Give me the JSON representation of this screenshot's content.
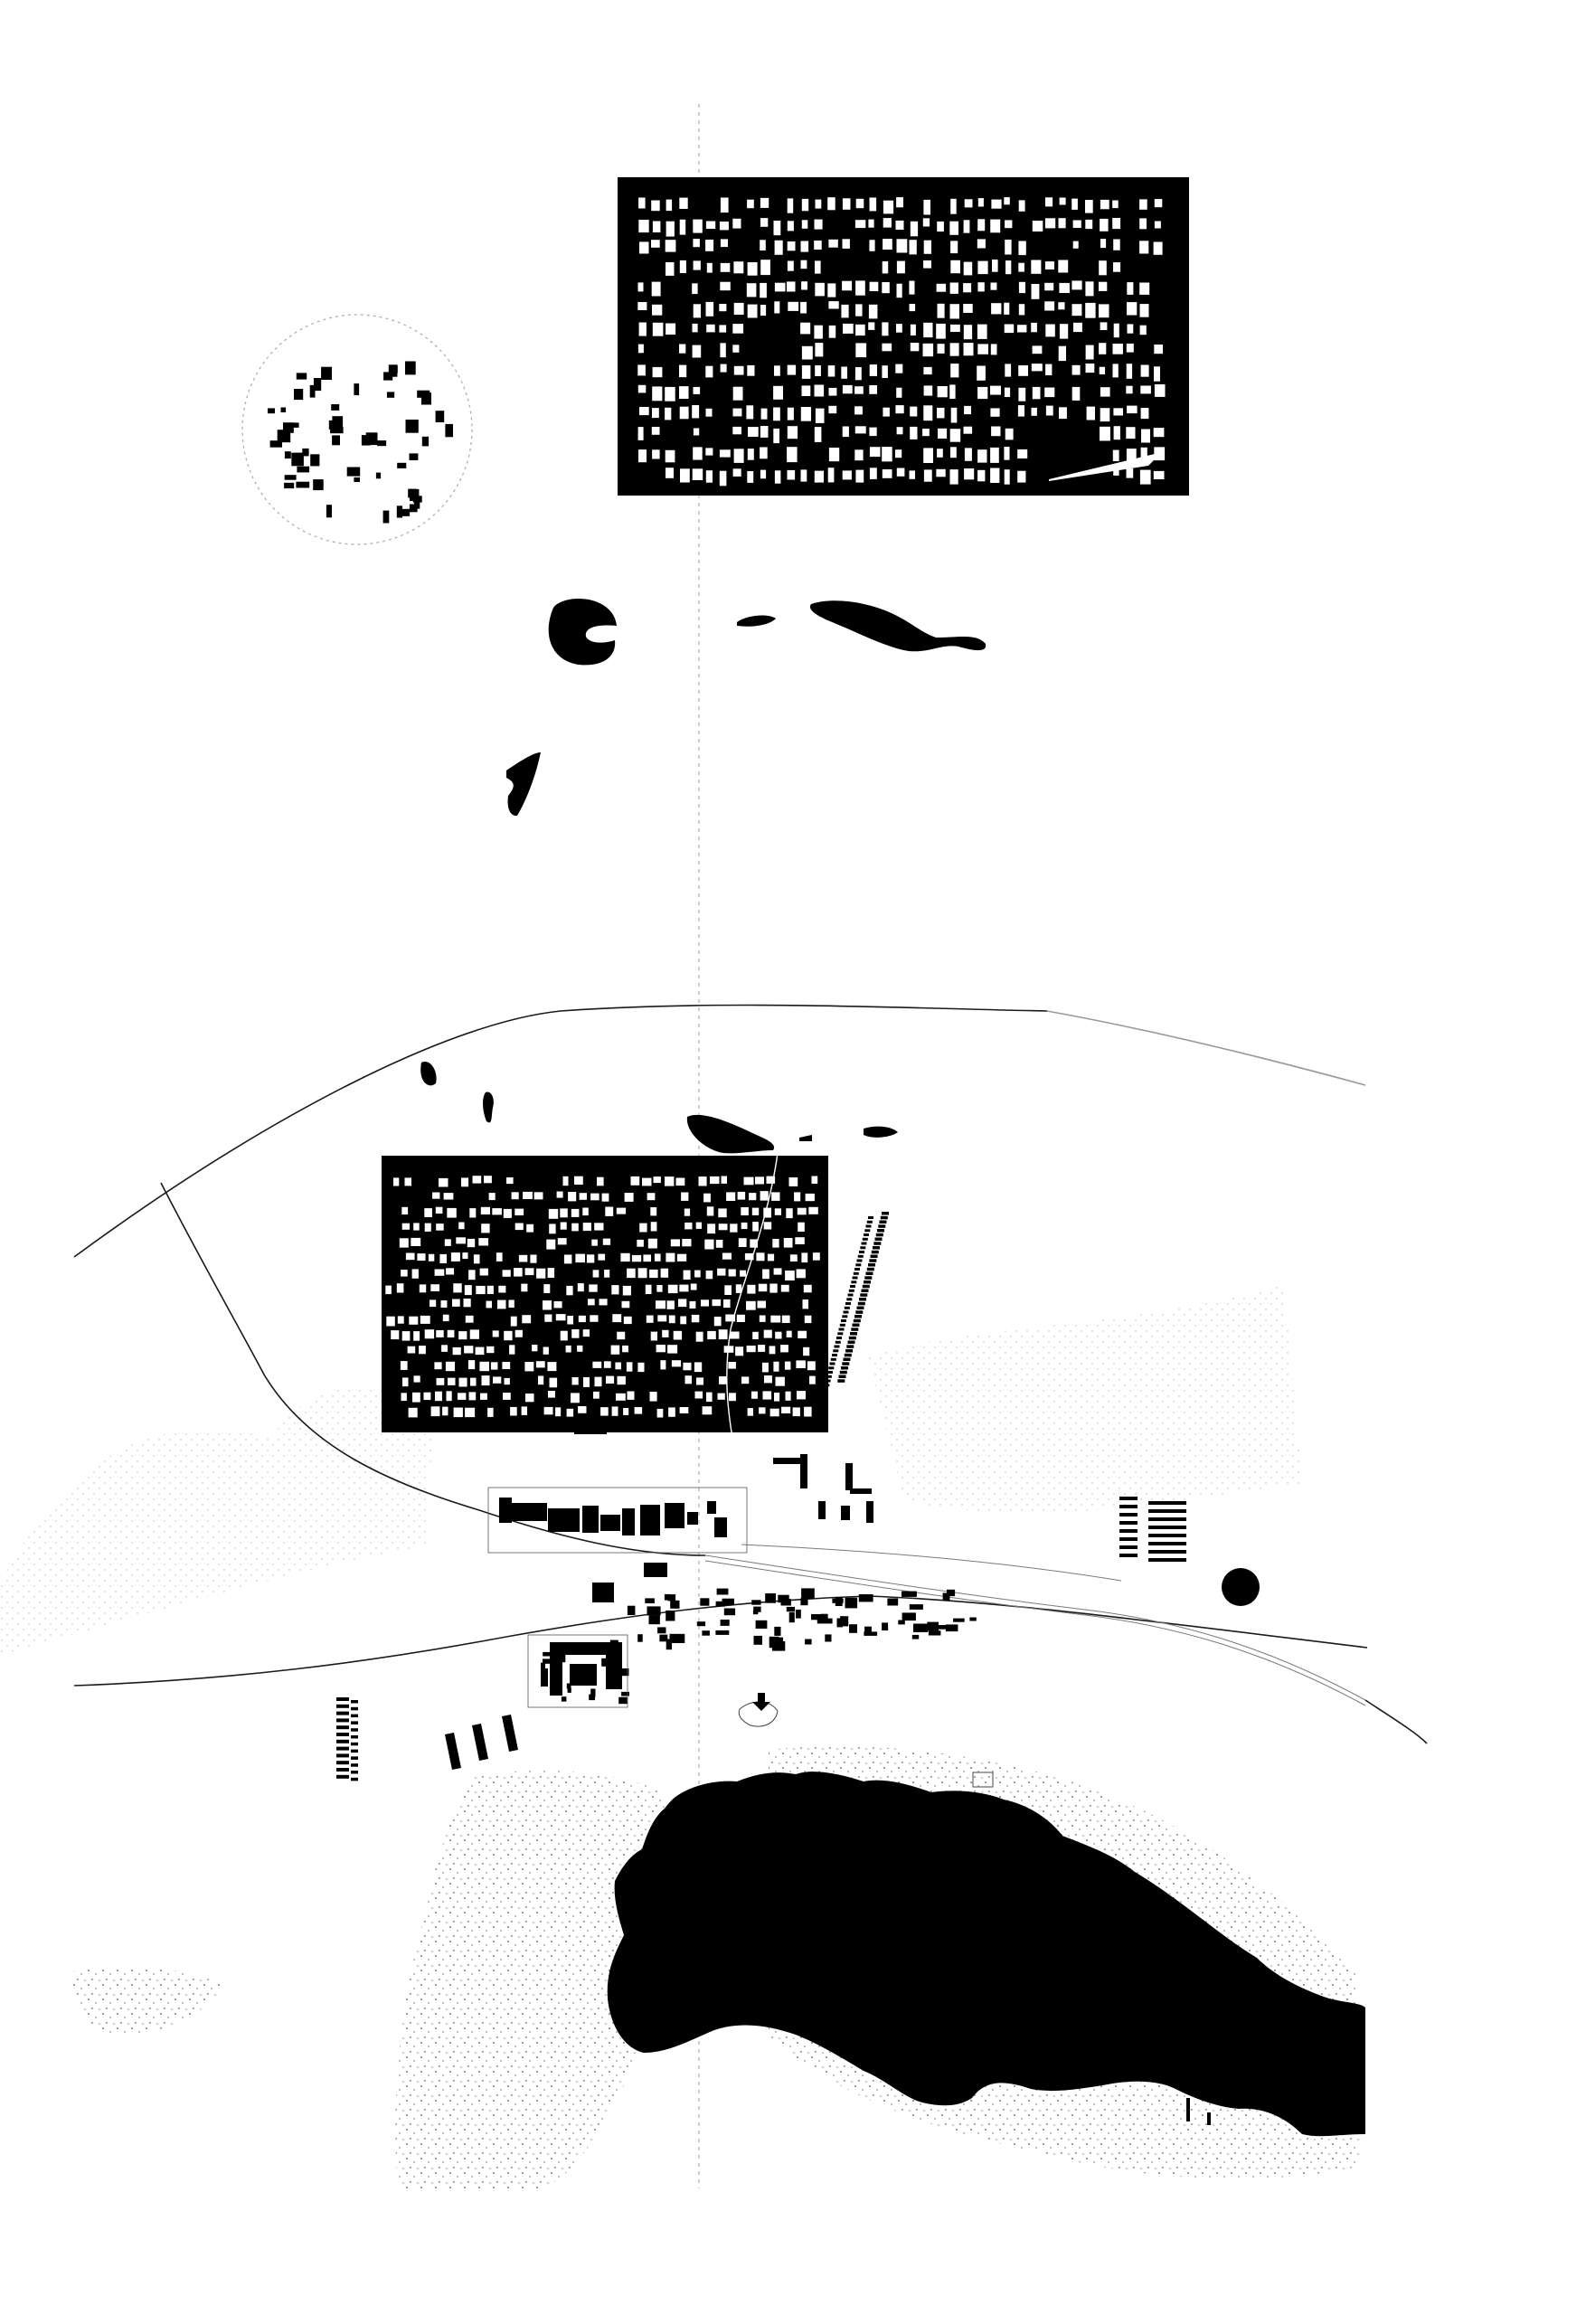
{
  "colors": {
    "background": "#ffffff",
    "ink": "#000000",
    "void": "#ffffff",
    "guide": "#b8b8b8",
    "stipple": "#9a9a9a",
    "road": "#1a1a1a"
  },
  "elements": [
    "vertical-guide-line",
    "grid-urban-fabric-inset",
    "circular-village-inset",
    "floating-ponds",
    "main-road-network",
    "railway-lines",
    "suburban-fabric-inset",
    "central-building-cluster",
    "roundabout-disc",
    "stippled-terrain",
    "lake-water-body"
  ]
}
